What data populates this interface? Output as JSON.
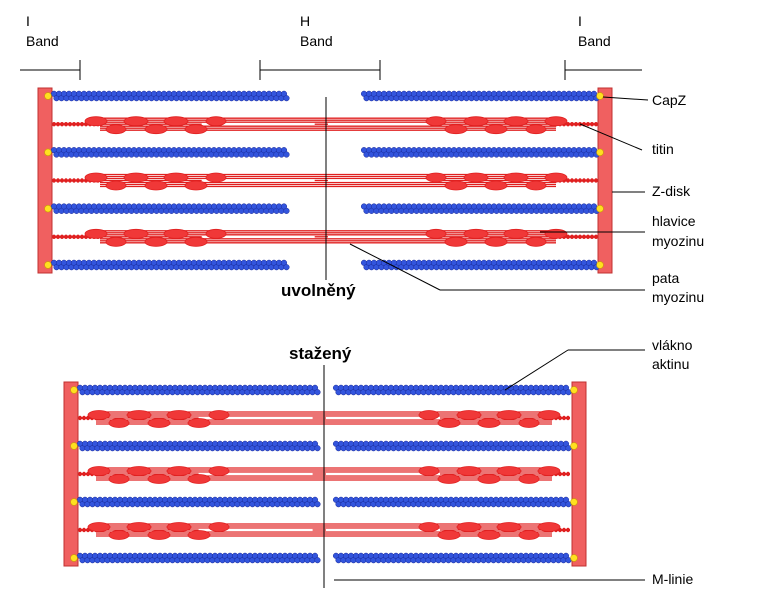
{
  "bands": {
    "left_line1": "I",
    "left_line2": "Band",
    "center_line1": "H",
    "center_line2": "Band",
    "right_line1": "I",
    "right_line2": "Band"
  },
  "labels": {
    "capz": "CapZ",
    "titin": "titin",
    "zdisk": "Z-disk",
    "myosin_head_line1": "hlavice",
    "myosin_head_line2": "myozinu",
    "myosin_foot_line1": "pata",
    "myosin_foot_line2": "myozinu",
    "actin_line1": "vlákno",
    "actin_line2": "aktinu",
    "mline": "M-linie"
  },
  "states": {
    "relaxed": "uvolněný",
    "contracted": "stažený"
  },
  "colors": {
    "actin": "#3355dd",
    "actin_outline": "#1a2a99",
    "myosin": "#e02020",
    "myosin_head": "#f03838",
    "zdisk": "#f06060",
    "capz": "#ffe020"
  }
}
